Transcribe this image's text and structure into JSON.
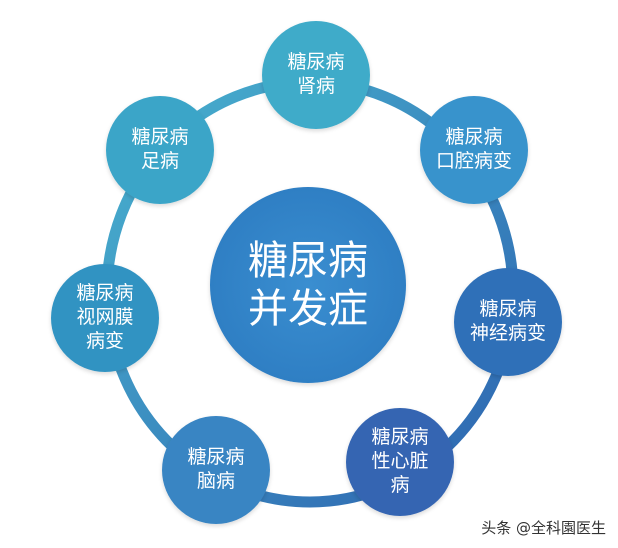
{
  "center": {
    "lines": [
      "糖尿病",
      "并发症"
    ]
  },
  "nodes": [
    {
      "lines": [
        "糖尿病",
        "肾病"
      ],
      "color": "#3fabc9"
    },
    {
      "lines": [
        "糖尿病",
        "口腔病变"
      ],
      "color": "#3893cc"
    },
    {
      "lines": [
        "糖尿病",
        "神经病变"
      ],
      "color": "#2f70b8"
    },
    {
      "lines": [
        "糖尿病",
        "性心脏",
        "病"
      ],
      "color": "#3565b2"
    },
    {
      "lines": [
        "糖尿病",
        "脑病"
      ],
      "color": "#3985c3"
    },
    {
      "lines": [
        "糖尿病",
        "视网膜",
        "病变"
      ],
      "color": "#3193c2"
    },
    {
      "lines": [
        "糖尿病",
        "足病"
      ],
      "color": "#3ba5c8"
    }
  ],
  "watermark": "头条 @全科園医生",
  "colors": {
    "ring_start": "#49b3cf",
    "ring_end": "#2d63b0"
  }
}
